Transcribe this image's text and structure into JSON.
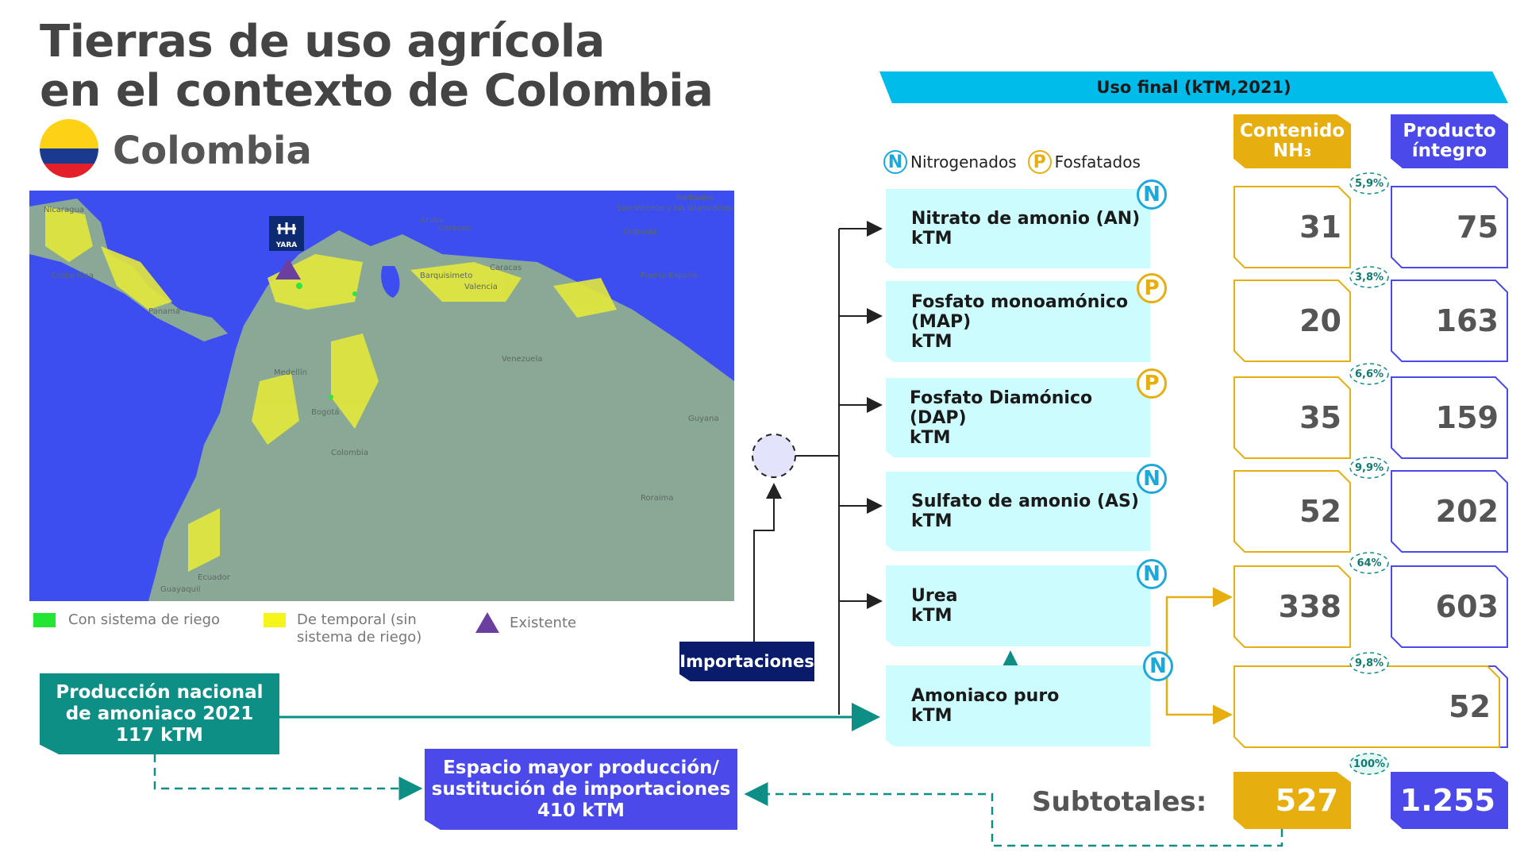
{
  "title": {
    "line1": "Tierras de uso agrícola",
    "line2": "en el contexto de Colombia"
  },
  "country": "Colombia",
  "map": {
    "labels": [
      "Nicaragua",
      "Costa Rica",
      "Panamá",
      "Aruba",
      "Curaçao",
      "Barquisimeto",
      "Valencia",
      "Caracas",
      "Barbados",
      "San Vicente y las Granadinas",
      "Granada",
      "Puerto España",
      "Medellín",
      "Bogotá",
      "Colombia",
      "Venezuela",
      "Guyana",
      "Ecuador",
      "Guayaquil",
      "Roraima"
    ],
    "badge": "YARA"
  },
  "legend": {
    "irrigated": "Con sistema de riego",
    "rainfed_line1": "De temporal (sin",
    "rainfed_line2": "sistema de riego)",
    "existing": "Existente",
    "colors": {
      "irrigated": "#22E632",
      "rainfed": "#F5F51C",
      "existing": "#6B3FA0"
    }
  },
  "header": "Uso final (kTM,2021)",
  "col_nh3": {
    "line1": "Contenido",
    "line2": "NH₃"
  },
  "col_product": {
    "line1": "Producto",
    "line2": "íntegro"
  },
  "np_legend": {
    "n_letter": "N",
    "n_label": "Nitrogenados",
    "p_letter": "P",
    "p_label": "Fosfatados"
  },
  "products": [
    {
      "line1": "Nitrato de amonio (AN)",
      "line2": "kTM",
      "line3": "",
      "type": "N",
      "nh3": "31",
      "pct": "5,9%",
      "integro": "75"
    },
    {
      "line1": "Fosfato monoamónico",
      "line2": "(MAP)",
      "line3": "kTM",
      "type": "P",
      "nh3": "20",
      "pct": "3,8%",
      "integro": "163"
    },
    {
      "line1": "Fosfato Diamónico (DAP)",
      "line2": "kTM",
      "line3": "",
      "type": "P",
      "nh3": "35",
      "pct": "6,6%",
      "integro": "159"
    },
    {
      "line1": "Sulfato de amonio (AS)",
      "line2": "kTM",
      "line3": "",
      "type": "N",
      "nh3": "52",
      "pct": "9,9%",
      "integro": "202"
    },
    {
      "line1": "Urea",
      "line2": "kTM",
      "line3": "",
      "type": "N",
      "nh3": "338",
      "pct": "64%",
      "integro": "603"
    },
    {
      "line1": "Amoniaco puro",
      "line2": "kTM",
      "line3": "",
      "type": "N",
      "nh3": "",
      "pct": "9,8%",
      "integro": "52"
    }
  ],
  "subtotals": {
    "label": "Subtotales:",
    "nh3": "527",
    "pct": "100%",
    "integro": "1.255"
  },
  "national": {
    "line1": "Producción nacional",
    "line2": "de amoniaco 2021",
    "line3": "117 kTM"
  },
  "space": {
    "line1": "Espacio mayor producción/",
    "line2": "sustitución de importaciones",
    "line3": "410 kTM"
  },
  "imports": "Importaciones",
  "colors": {
    "cyan": "#00BCEB",
    "gold": "#E7AE0F",
    "blue": "#4B49EA",
    "teal": "#0E8F85",
    "navy": "#0B1B6B",
    "box": "#CCFCFD"
  }
}
